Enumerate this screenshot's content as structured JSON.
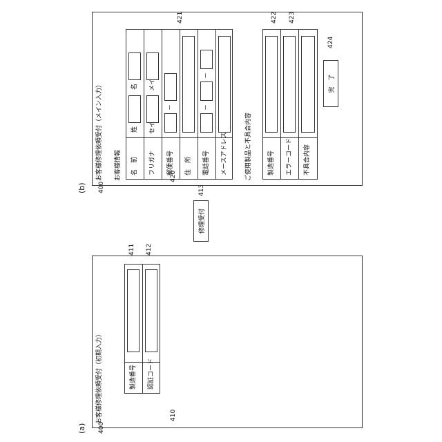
{
  "panel_a": {
    "label": "(a)",
    "ref_screen": "400",
    "ref_frame": "410",
    "title": "お客様修理依頼受付（初期入力）",
    "fields": [
      {
        "label": "製造番号",
        "ref": "411"
      },
      {
        "label": "認証コード",
        "ref": "412"
      }
    ],
    "button": {
      "label": "修理受付",
      "ref": "413"
    }
  },
  "panel_b": {
    "label": "(b)",
    "ref_screen": "400",
    "ref_frame": "420",
    "title": "お客様修理依頼受付（メイン入力）",
    "customer_section": {
      "heading": "お客様情報",
      "ref": "421",
      "rows": [
        {
          "label": "名　前",
          "sub1": "姓",
          "sub2": "名"
        },
        {
          "label": "フリガナ",
          "sub1": "セイ",
          "sub2": "メイ"
        },
        {
          "label": "郵便番号",
          "sep": "－"
        },
        {
          "label": "住　所"
        },
        {
          "label": "電話番号",
          "sep1": "－",
          "sep2": "－"
        },
        {
          "label": "メースアドレス"
        }
      ]
    },
    "product_section": {
      "heading": "ご使用製品と不具合内容",
      "rows": [
        {
          "label": "製造番号",
          "ref": "422"
        },
        {
          "label": "エラーコード",
          "ref": "423"
        },
        {
          "label": "不具合内容"
        }
      ]
    },
    "button": {
      "label": "完　了",
      "ref": "424"
    }
  }
}
